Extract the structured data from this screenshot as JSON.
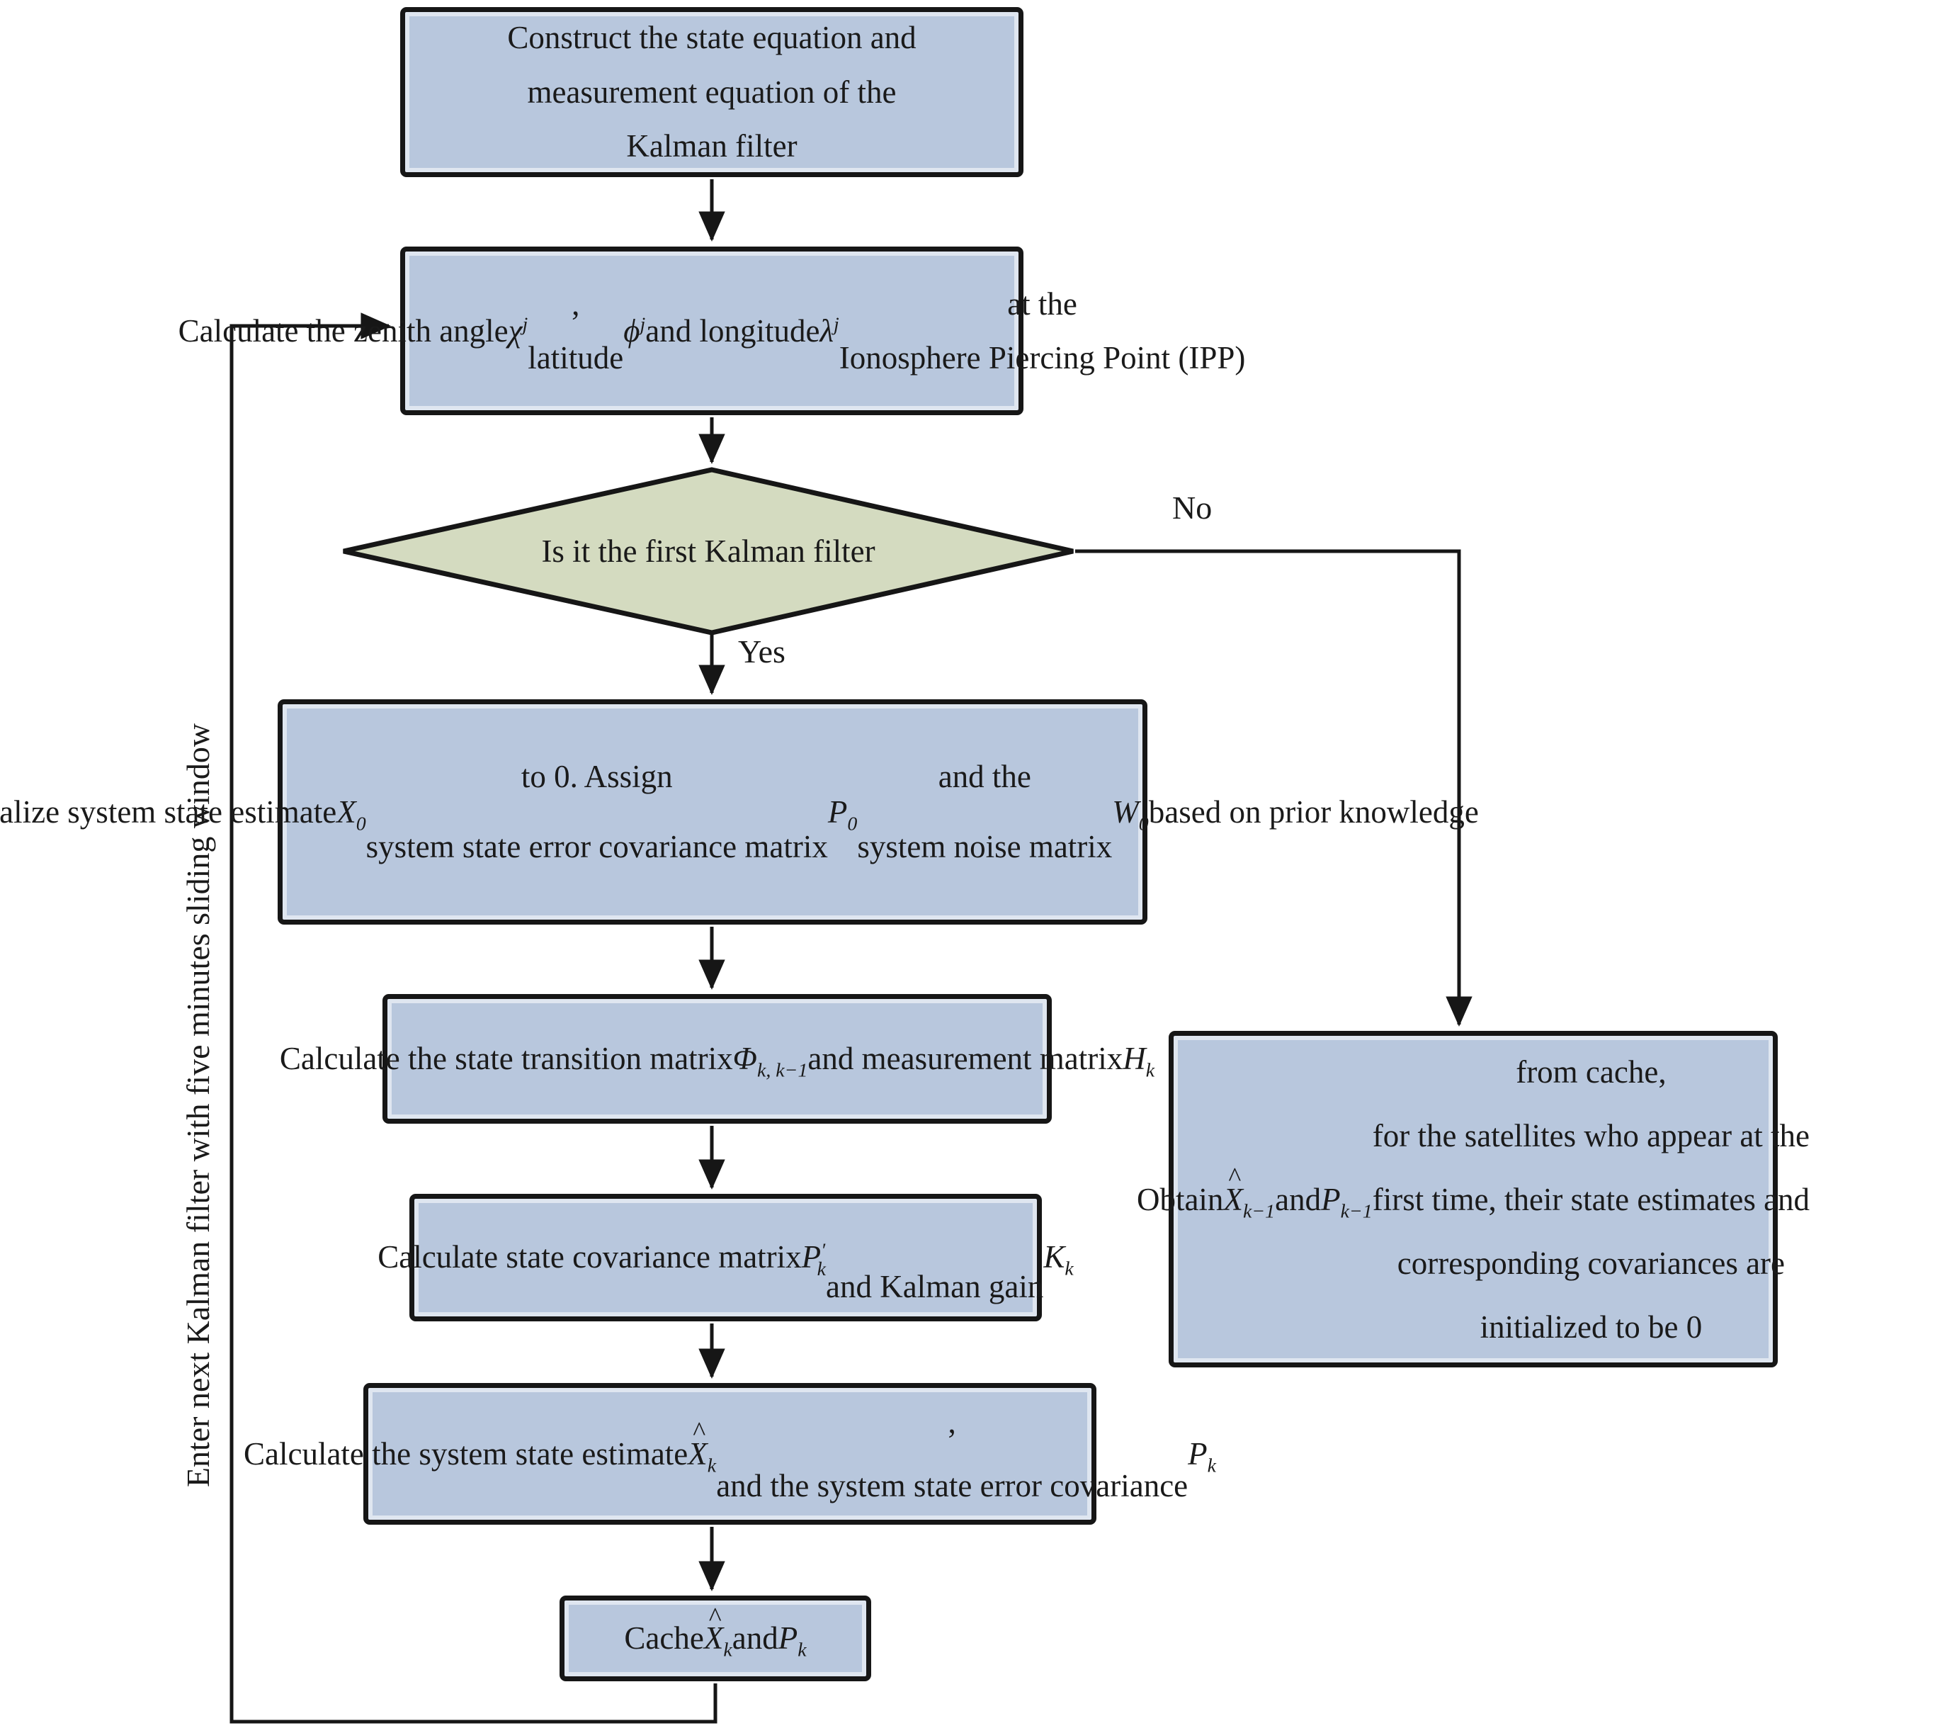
{
  "colors": {
    "box_fill": "#b8c7dd",
    "box_border": "#161616",
    "diamond_fill": "#d4dbc0",
    "line": "#161616"
  },
  "flowchart": {
    "nodes": {
      "construct": {
        "segments": [
          {
            "t": "Construct the state equation and"
          },
          {
            "br": true
          },
          {
            "t": "measurement equation of the"
          },
          {
            "br": true
          },
          {
            "t": "Kalman filter"
          }
        ]
      },
      "calc_ipp": {
        "segments": [
          {
            "t": "Calculate the zenith angle "
          },
          {
            "v": "χ",
            "sup": "j"
          },
          {
            "t": ","
          },
          {
            "br": true
          },
          {
            "t": "latitude "
          },
          {
            "v": "ϕ",
            "sup": "j"
          },
          {
            "t": " and longitude "
          },
          {
            "v": "λ",
            "sup": "j"
          },
          {
            "t": " at the"
          },
          {
            "br": true
          },
          {
            "t": "Ionosphere Piercing Point (IPP)"
          }
        ]
      },
      "decision": {
        "segments": [
          {
            "t": "Is it the first Kalman filter"
          }
        ]
      },
      "initialize": {
        "segments": [
          {
            "t": "Initialize system state estimate "
          },
          {
            "v": "X",
            "sub": "0"
          },
          {
            "t": " to 0. Assign"
          },
          {
            "br": true
          },
          {
            "t": "system state error covariance matrix "
          },
          {
            "v": "P",
            "sub": "0"
          },
          {
            "t": " and the"
          },
          {
            "br": true
          },
          {
            "t": "system noise matrix "
          },
          {
            "v": "W",
            "sub": "0"
          },
          {
            "t": " based on prior knowledge"
          }
        ]
      },
      "transition": {
        "segments": [
          {
            "t": "Calculate the state transition matrix"
          },
          {
            "br": true
          },
          {
            "v": "Φ",
            "sub": "k, k−1"
          },
          {
            "t": " and measurement matrix "
          },
          {
            "v": "H",
            "sub": "k"
          }
        ]
      },
      "covariance": {
        "segments": [
          {
            "t": "Calculate state covariance matrix "
          },
          {
            "v": "P",
            "sub": "k",
            "prime": true
          },
          {
            "br": true
          },
          {
            "t": "and Kalman gain "
          },
          {
            "v": "K",
            "sub": "k"
          }
        ]
      },
      "estimate": {
        "segments": [
          {
            "t": "Calculate the system state estimate "
          },
          {
            "v": "X",
            "sub": "k",
            "hat": true
          },
          {
            "t": ","
          },
          {
            "br": true
          },
          {
            "t": "and the system state error covariance "
          },
          {
            "v": "P",
            "sub": "k"
          }
        ]
      },
      "cache": {
        "segments": [
          {
            "t": "Cache "
          },
          {
            "v": "X",
            "sub": "k",
            "hat": true
          },
          {
            "t": " and "
          },
          {
            "v": "P",
            "sub": "k"
          }
        ]
      },
      "obtain": {
        "segments": [
          {
            "t": "Obtain "
          },
          {
            "v": "X",
            "sub": "k−1",
            "hat": true
          },
          {
            "t": " and "
          },
          {
            "v": "P",
            "sub": "k−1"
          },
          {
            "t": " from cache,"
          },
          {
            "br": true
          },
          {
            "t": "for the satellites who appear at the"
          },
          {
            "br": true
          },
          {
            "t": "first time, their state estimates and"
          },
          {
            "br": true
          },
          {
            "t": "corresponding covariances are"
          },
          {
            "br": true
          },
          {
            "t": "initialized to be 0"
          }
        ]
      }
    },
    "labels": {
      "yes": "Yes",
      "no": "No",
      "side_note": "Enter next Kalman filter with five minutes sliding window"
    }
  }
}
